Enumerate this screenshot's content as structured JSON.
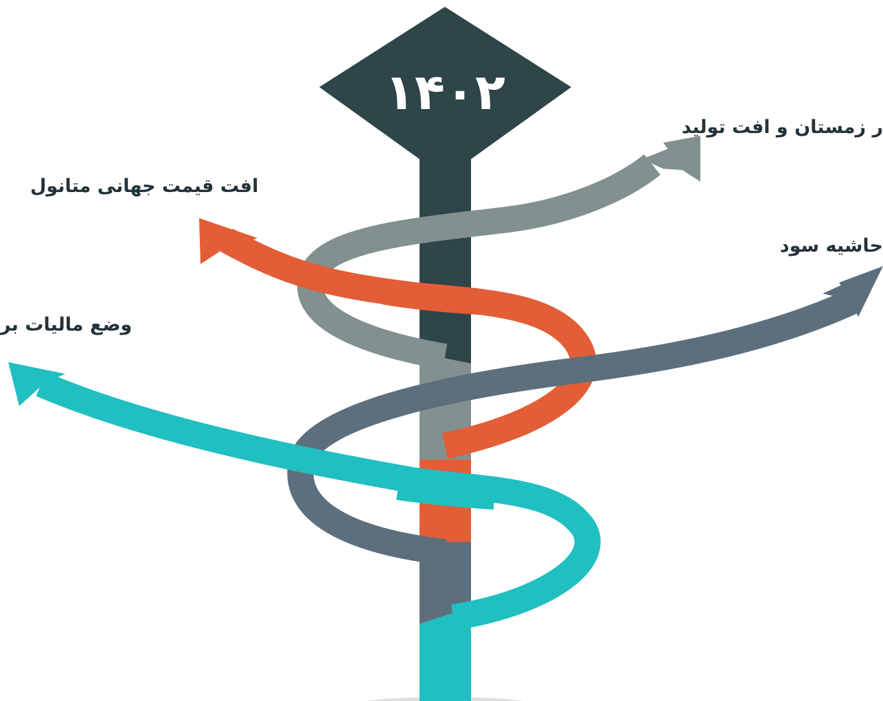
{
  "year": "۱۴۰۲",
  "branches": [
    {
      "label": "ر زمستان و افت تولید",
      "color": "#82918f"
    },
    {
      "label": "افت قیمت جهانی متانول",
      "color": "#e35d36"
    },
    {
      "label": "حاشیه سود",
      "color": "#5d6f7d"
    },
    {
      "label": "وضع مالیات بر",
      "color": "#20bfc1"
    }
  ],
  "colors": {
    "post": "#2e4549",
    "background": "#ffffff"
  }
}
